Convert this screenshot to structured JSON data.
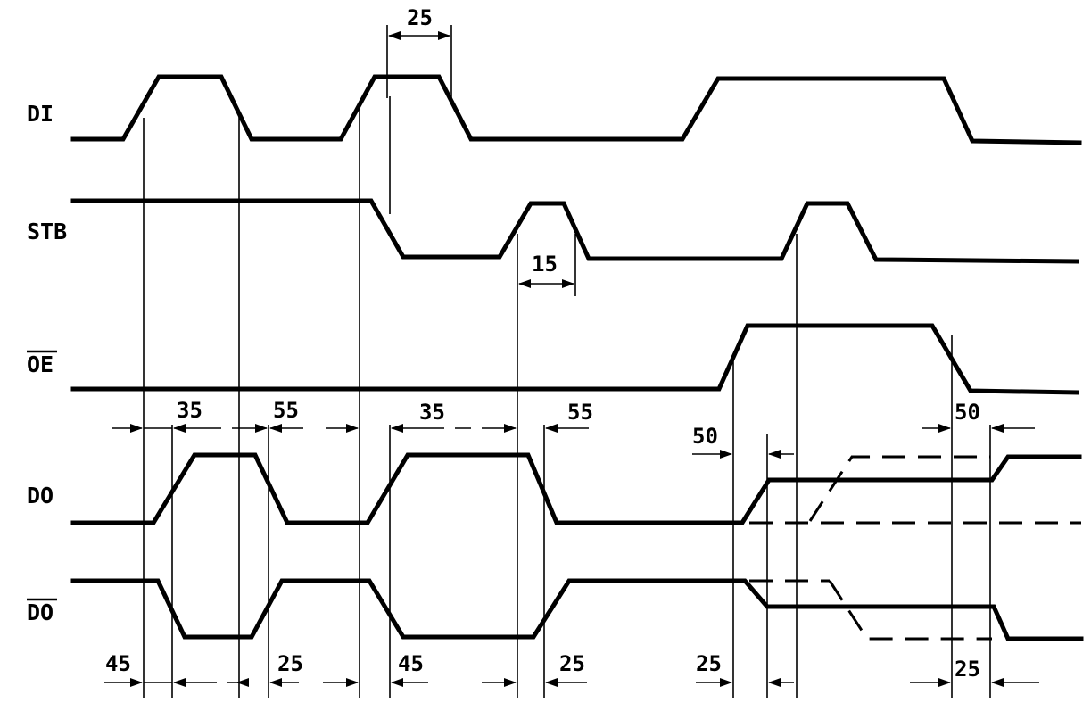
{
  "signals": {
    "di": {
      "label": "DI"
    },
    "stb": {
      "label": "STB"
    },
    "oe": {
      "label": "OE",
      "overbar": true
    },
    "do": {
      "label": "DO"
    },
    "do_bar": {
      "label": "DO",
      "overbar": true
    }
  },
  "timings": {
    "t_di_stb": "25",
    "t_stb_width": "15",
    "t_do_rise_1": "35",
    "t_do_fall_1": "55",
    "t_do_rise_2": "35",
    "t_do_fall_2": "55",
    "t_oe_do_en": "50",
    "t_oe_do_dis": "50",
    "t_dobar_fall_1": "45",
    "t_dobar_rise_1": "25",
    "t_dobar_fall_2": "45",
    "t_dobar_rise_2": "25",
    "t_dobar_en": "25",
    "t_dobar_dis": "25"
  }
}
